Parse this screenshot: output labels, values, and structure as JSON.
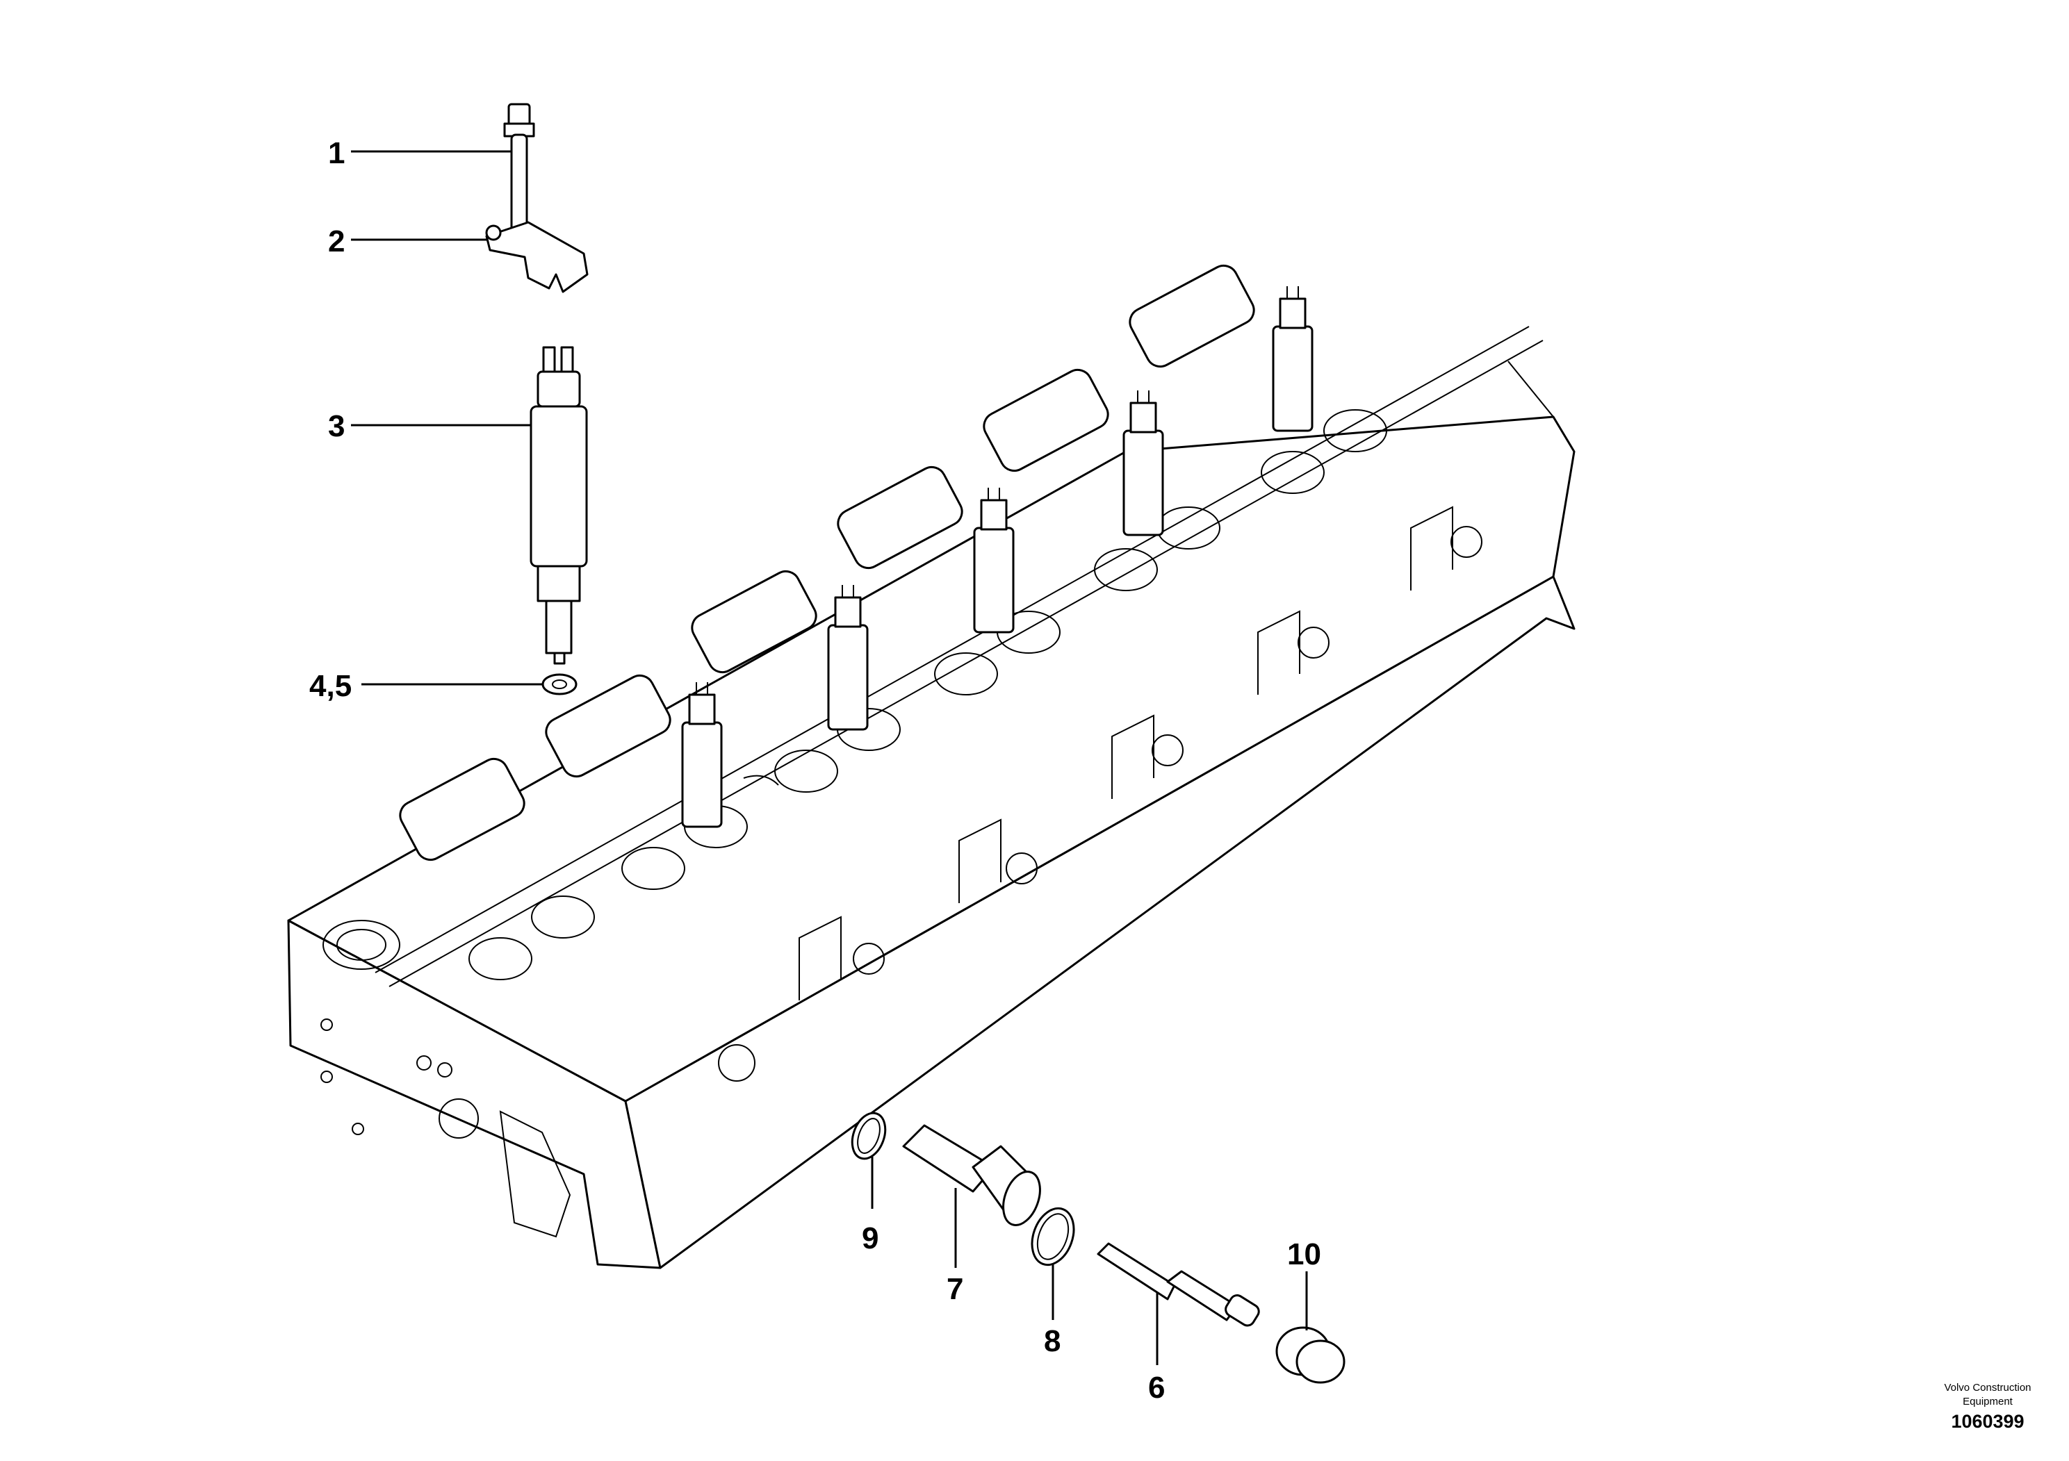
{
  "callouts": [
    {
      "id": "1",
      "label": "1"
    },
    {
      "id": "2",
      "label": "2"
    },
    {
      "id": "3",
      "label": "3"
    },
    {
      "id": "4-5",
      "label": "4,5"
    },
    {
      "id": "6",
      "label": "6"
    },
    {
      "id": "7",
      "label": "7"
    },
    {
      "id": "8",
      "label": "8"
    },
    {
      "id": "9",
      "label": "9"
    },
    {
      "id": "10",
      "label": "10"
    }
  ],
  "footer": {
    "brand_line1": "Volvo Construction",
    "brand_line2": "Equipment",
    "image_code": "1060399"
  }
}
